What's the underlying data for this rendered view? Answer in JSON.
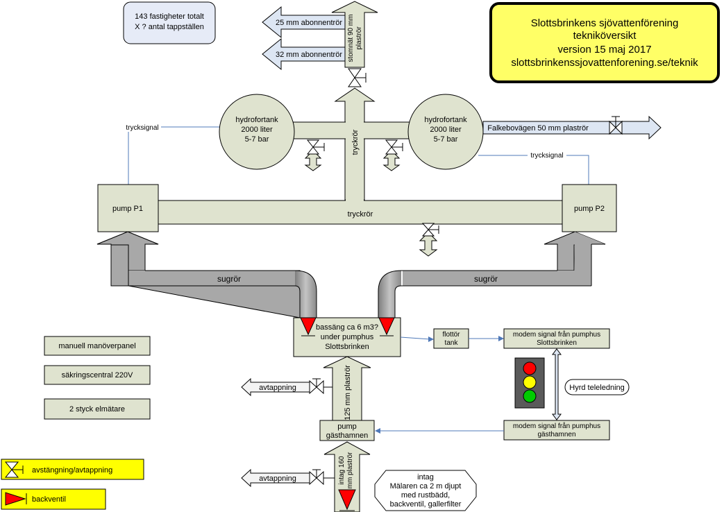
{
  "title_box": {
    "line1": "Slottsbrinkens sjövattenförening",
    "line2": "tekniköversikt",
    "line3": "version 15 maj 2017",
    "line4": "slottsbrinkenssjovattenforening.se/teknik",
    "fill_color": "#ffff66"
  },
  "info_box": {
    "line1": "143 fastigheter totalt",
    "line2": "X ? antal tappställen"
  },
  "pipes": {
    "abonnent_25": "25 mm abonnentrör",
    "abonnent_32": "32 mm abonnentrör",
    "stomnat_line1": "stomnät 90 mm",
    "stomnat_line2": "plaströr",
    "tryckror_vertical": "tryckrör",
    "tryckror_horizontal": "tryckrör",
    "falkebovagen": "Falkebovägen 50 mm plaströr",
    "sugror_left": "sugrör",
    "sugror_right": "sugrör",
    "plastror_125": "125 mm plaströr",
    "intag_line1": "intag 160",
    "intag_line2": "mm plaströr",
    "avtappning_upper": "avtappning",
    "avtappning_lower": "avtappning"
  },
  "tanks": {
    "left": {
      "line1": "hydrofortank",
      "line2": "2000 liter",
      "line3": "5-7 bar"
    },
    "right": {
      "line1": "hydrofortank",
      "line2": "2000 liter",
      "line3": "5-7 bar"
    }
  },
  "signals": {
    "trycksignal_left": "trycksignal",
    "trycksignal_right": "trycksignal",
    "hyrd_teleledning": "Hyrd teleledning"
  },
  "pumps": {
    "p1": "pump P1",
    "p2": "pump P2",
    "gasthamnen_line1": "pump",
    "gasthamnen_line2": "gästhamnen"
  },
  "bassang": {
    "line1": "bassäng ca 6 m3?",
    "line2": "under pumphus",
    "line3": "Slottsbrinken"
  },
  "flottor": {
    "line1": "flottör",
    "line2": "tank"
  },
  "modem_upper": {
    "line1": "modem signal från pumphus",
    "line2": "Slottsbrinken"
  },
  "modem_lower": {
    "line1": "modem signal från pumphus",
    "line2": "gästhamnen"
  },
  "left_panels": {
    "panel1": "manuell manöverpanel",
    "panel2": "säkringscentral 220V",
    "panel3": "2 styck elmätare"
  },
  "intag_box": {
    "line1": "intag",
    "line2": "Mälaren ca 2 m djupt",
    "line3": "med rustbädd,",
    "line4": "backventil, gallerfilter"
  },
  "legend": {
    "valve_label": "avstängning/avtappning",
    "backventil_label": "backventil",
    "fill_color": "#ffff00"
  },
  "traffic_light": {
    "red": "#ff0000",
    "yellow": "#ffff00",
    "green": "#00cc00"
  }
}
